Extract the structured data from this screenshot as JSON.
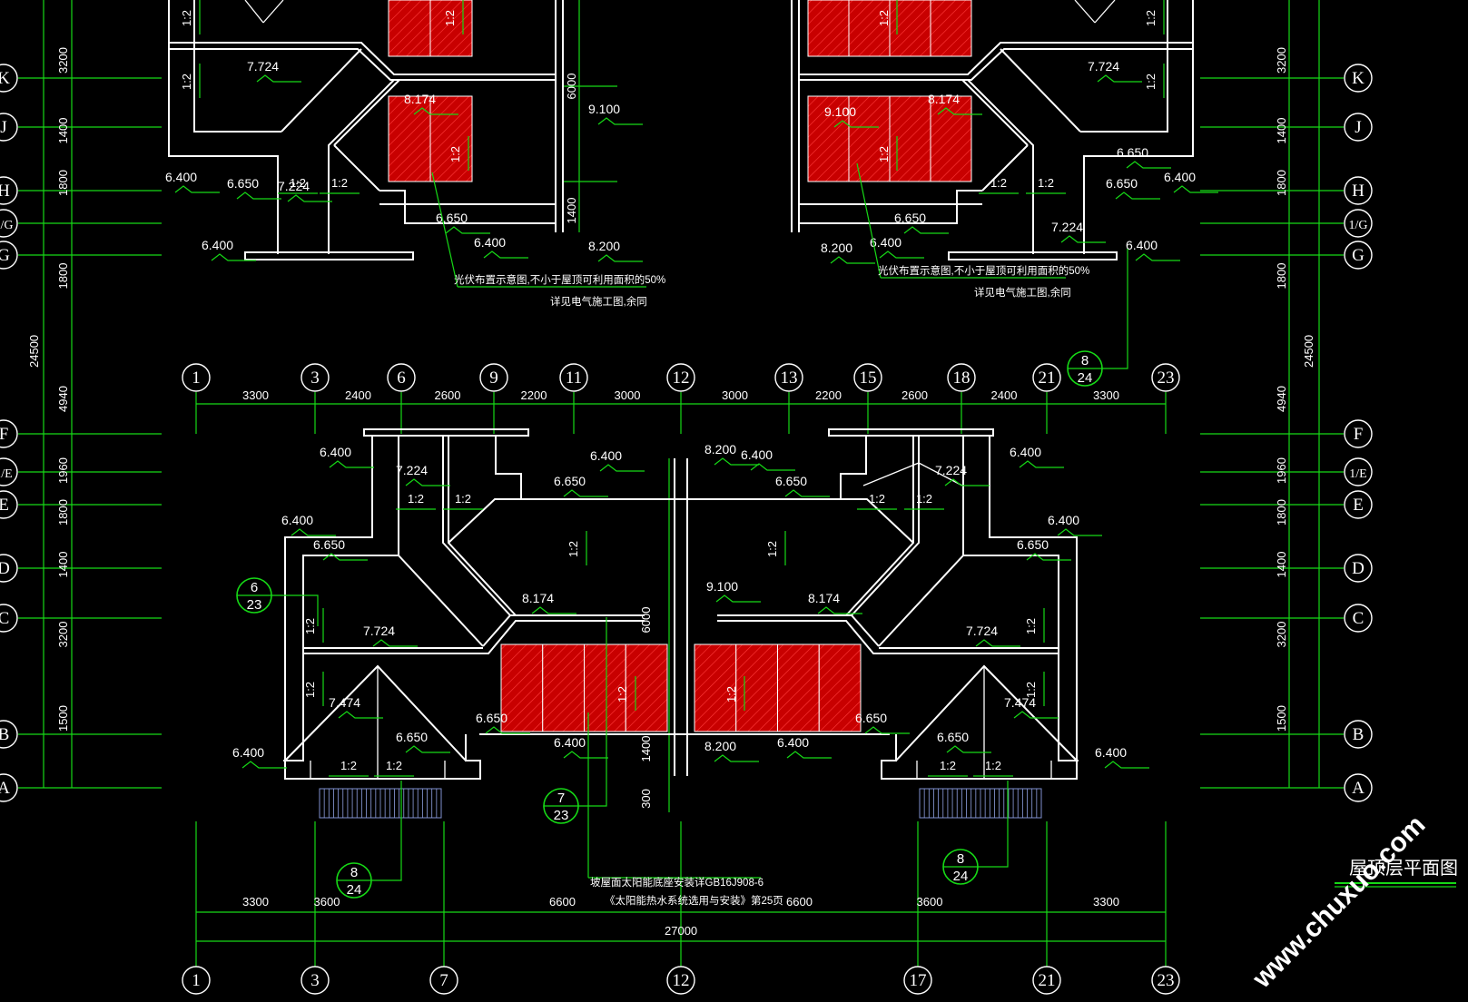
{
  "drawing": {
    "title": "屋顶层平面图",
    "watermark": "www.chuxuo.com",
    "colors": {
      "background": "#000000",
      "walls": "#ffffff",
      "dimensions": "#16d916",
      "solar_panels": "#c80000",
      "hatch": "#ff3b3b"
    }
  },
  "axes_top": [
    "1",
    "3",
    "6",
    "9",
    "11",
    "12",
    "13",
    "15",
    "18",
    "21",
    "23"
  ],
  "axes_bottom": [
    "1",
    "3",
    "7",
    "12",
    "17",
    "21",
    "23"
  ],
  "axes_rows": [
    "K",
    "J",
    "H",
    "1/G",
    "G",
    "F",
    "1/E",
    "E",
    "D",
    "C",
    "B",
    "A"
  ],
  "dims_top": [
    "3300",
    "2400",
    "2600",
    "2200",
    "3000",
    "3000",
    "2200",
    "2600",
    "2400",
    "3300"
  ],
  "dims_bottom": [
    "3300",
    "3600",
    "6600",
    "6600",
    "3600",
    "3300"
  ],
  "dims_total_bottom": "27000",
  "dims_left": [
    "3200",
    "1400",
    "1800",
    "1800",
    "4940",
    "1960",
    "1800",
    "1400",
    "3200",
    "1500"
  ],
  "dims_right": [
    "3200",
    "1400",
    "1800",
    "1800",
    "4940",
    "1960",
    "1800",
    "1400",
    "3200",
    "1500"
  ],
  "dims_total_side": "24500",
  "dims_center": [
    "6000",
    "1400",
    "6000",
    "1400",
    "300"
  ],
  "elevations": {
    "e6400": "6.400",
    "e6650": "6.650",
    "e7224": "7.224",
    "e7724": "7.724",
    "e8174": "8.174",
    "e8200": "8.200",
    "e9100": "9.100",
    "e7474": "7.474"
  },
  "slope": "1:2",
  "details": {
    "d8_24": {
      "num": "8",
      "sheet": "24"
    },
    "d6_23": {
      "num": "6",
      "sheet": "23"
    },
    "d7_23": {
      "num": "7",
      "sheet": "23"
    }
  },
  "notes": {
    "pv_line1": "光伏布置示意图,不小于屋顶可利用面积的50%",
    "pv_line2": "详见电气施工图,余同",
    "solar_line1": "坡屋面太阳能底座安装详GB16J908-6",
    "solar_line2": "《太阳能热水系统选用与安装》第25页"
  }
}
